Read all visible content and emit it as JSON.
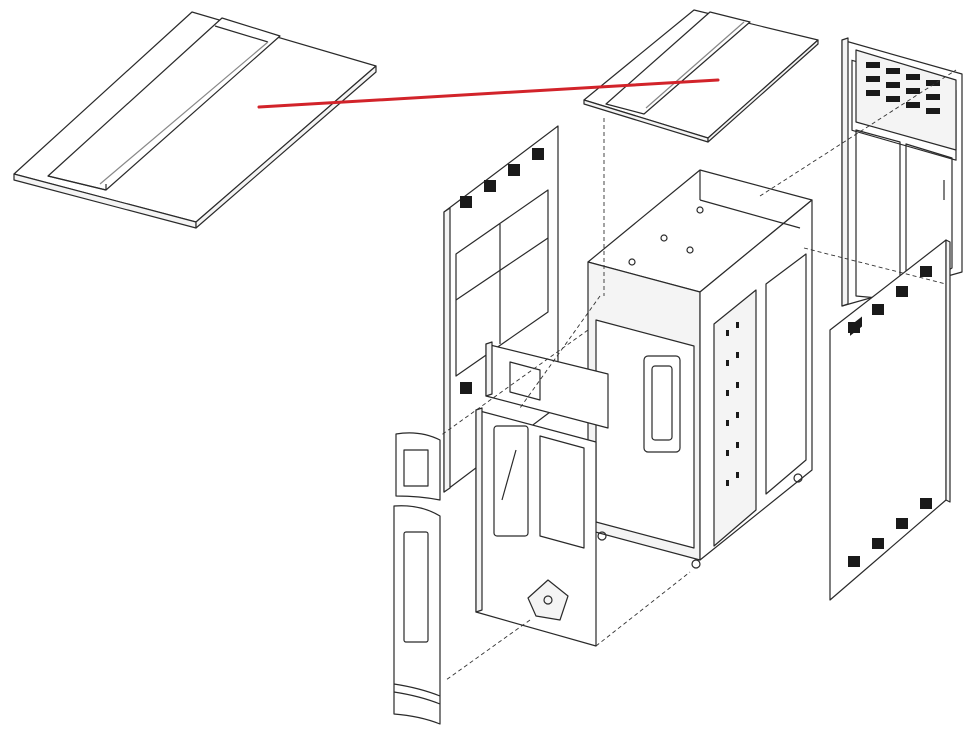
{
  "diagram": {
    "type": "exploded-view",
    "callout_color": "#d2232a",
    "line_color": "#2a2a2a",
    "parts": [
      "top-cover-detail",
      "top-cover",
      "cabinet-frame",
      "left-side-panel",
      "rear-door",
      "right-side-panel",
      "front-door",
      "display-bezel",
      "operator-panel",
      "front-bezel-lower"
    ]
  }
}
